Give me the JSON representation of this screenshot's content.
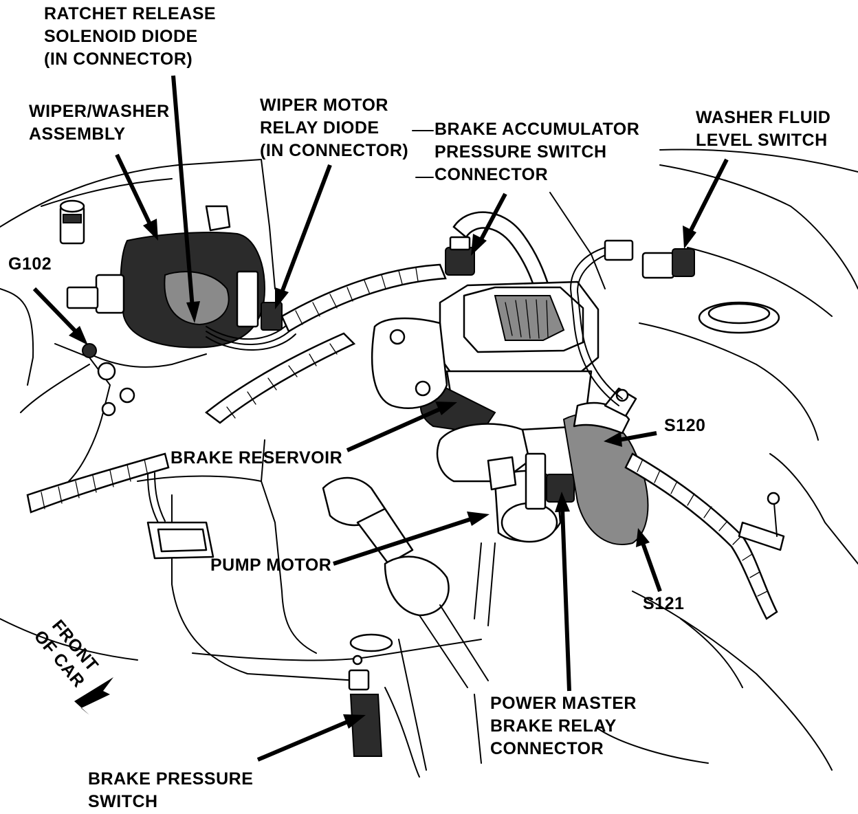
{
  "labels": {
    "ratchet_release": [
      "RATCHET RELEASE",
      "SOLENOID DIODE",
      "(IN CONNECTOR)"
    ],
    "wiper_washer": [
      "WIPER/WASHER",
      "ASSEMBLY"
    ],
    "wiper_motor_relay": [
      "WIPER MOTOR",
      "RELAY DIODE",
      "(IN CONNECTOR)"
    ],
    "brake_accumulator": [
      "BRAKE ACCUMULATOR",
      "PRESSURE SWITCH",
      "CONNECTOR"
    ],
    "washer_fluid": [
      "WASHER FLUID",
      "LEVEL SWITCH"
    ],
    "g102": [
      "G102"
    ],
    "s120": [
      "S120"
    ],
    "brake_reservoir": [
      "BRAKE RESERVOIR"
    ],
    "pump_motor": [
      "PUMP MOTOR"
    ],
    "s121": [
      "S121"
    ],
    "front_of_car": [
      "FRONT",
      "OF CAR"
    ],
    "power_master": [
      "POWER MASTER",
      "BRAKE RELAY",
      "CONNECTOR"
    ],
    "brake_pressure_switch": [
      "BRAKE PRESSURE",
      "SWITCH"
    ]
  }
}
